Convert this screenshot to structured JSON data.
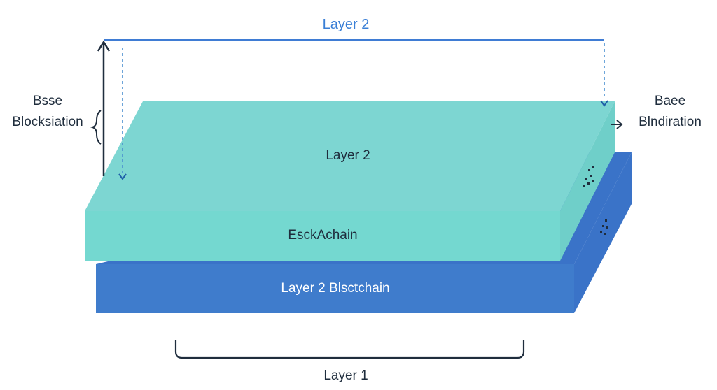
{
  "labels": {
    "top_layer": "Layer 2",
    "upper_layer": "Layer 2",
    "upper_front": "EsckAchain",
    "lower_front": "Layer 2 Blsctchain",
    "bottom_bracket": "Layer 1",
    "left_label_line1": "Bsse",
    "left_label_line2": "Blocksiation",
    "right_label_line1": "Baee",
    "right_label_line2": "Blndiration"
  },
  "colors": {
    "upper_top": "#7dd6d2",
    "upper_front": "#74d8d0",
    "upper_right": "#6fcfc9",
    "lower_front": "#3f7ccc",
    "lower_right": "#3a73c8",
    "accent_line": "#3f7cd4",
    "dashed": "#4a8fd0",
    "dark": "#1f2d3d",
    "top_label": "#3a7fd6",
    "lower_label": "#ffffff"
  }
}
